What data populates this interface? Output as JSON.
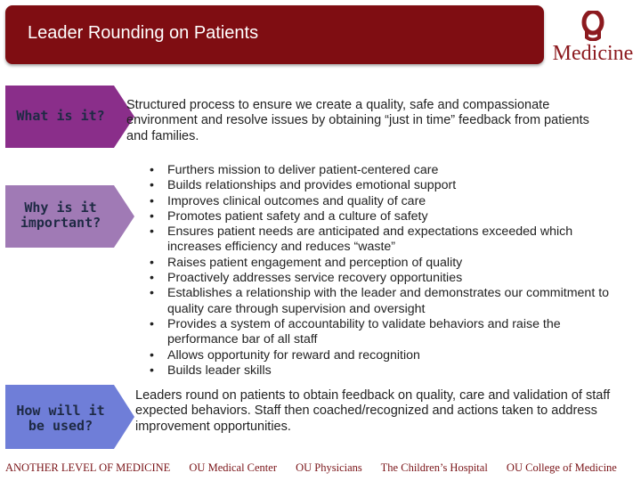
{
  "header": {
    "title": "Leader Rounding on Patients"
  },
  "logo": {
    "text": "Medicine",
    "icon": "ou-logo-icon",
    "color": "#8c1a1f"
  },
  "sections": [
    {
      "label": "What is it?",
      "color": "#8a2e8a",
      "text": "Structured process to ensure we create a quality, safe and compassionate environment and resolve issues by obtaining “just in time” feedback from patients and families."
    },
    {
      "label_lines": [
        "Why is it",
        "important?"
      ],
      "color": "#a07ab5"
    },
    {
      "label_lines": [
        "How will it",
        "be used?"
      ],
      "color": "#6f7ed8",
      "text": "Leaders round on patients to obtain feedback on quality, care and validation of staff expected behaviors. Staff then coached/recognized and actions taken to address improvement opportunities."
    }
  ],
  "bullets": [
    "Furthers mission to deliver patient-centered care",
    "Builds relationships and provides emotional support",
    "Improves clinical outcomes and quality of care",
    "Promotes patient safety and a culture of safety",
    "Ensures patient needs are anticipated and expectations exceeded which increases efficiency and reduces “waste”",
    "Raises patient engagement and perception of quality",
    "Proactively addresses service recovery opportunities",
    "Establishes a relationship with the leader and demonstrates our commitment to quality care through supervision and oversight",
    "Provides a system of accountability to validate behaviors and raise the performance bar of all staff",
    "Allows opportunity for reward and recognition",
    "Builds leader skills"
  ],
  "footer": {
    "items": [
      "ANOTHER LEVEL OF MEDICINE",
      "OU Medical Center",
      "OU Physicians",
      "The Children’s Hospital",
      "OU College of Medicine"
    ]
  }
}
